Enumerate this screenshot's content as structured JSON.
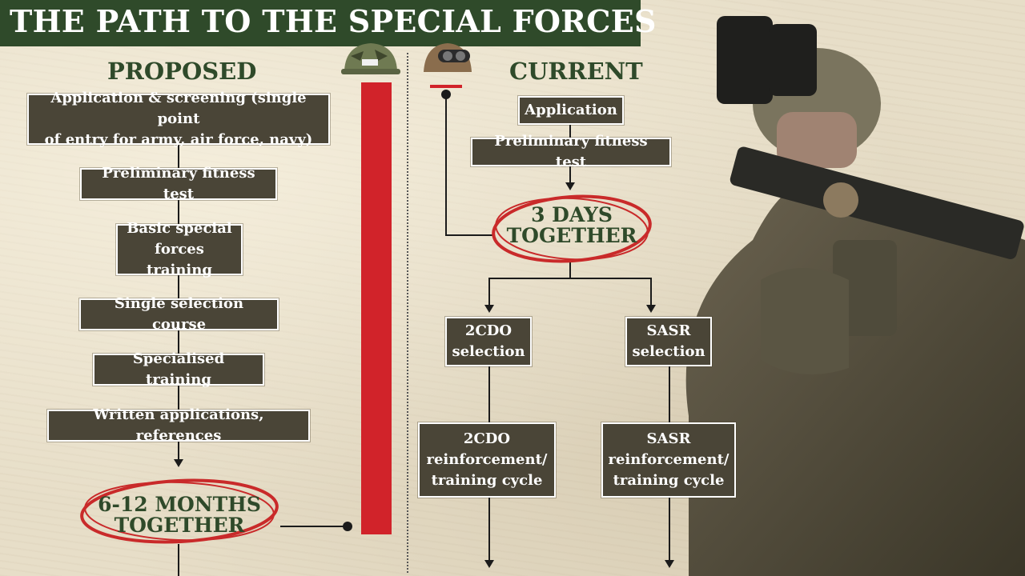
{
  "title": "THE PATH TO THE SPECIAL FORCES",
  "proposed": {
    "heading": "PROPOSED",
    "steps": [
      "Application & screening (single point\nof entry for army, air force, navy)",
      "Preliminary fitness test",
      "Basic special\nforces training",
      "Single selection course",
      "Specialised training",
      "Written applications, references"
    ],
    "together": "6-12 MONTHS\nTOGETHER"
  },
  "current": {
    "heading": "CURRENT",
    "steps": [
      "Application",
      "Preliminary fitness test"
    ],
    "together": "3 DAYS\nTOGETHER",
    "branches": {
      "left": {
        "selection": "2CDO\nselection",
        "cycle": "2CDO\nreinforcement/\ntraining cycle"
      },
      "right": {
        "selection": "SASR\nselection",
        "cycle": "SASR\nreinforcement/\ntraining cycle"
      }
    }
  },
  "colors": {
    "banner": "#2f4a2a",
    "box": "#4a4537",
    "accent_red": "#d1232a",
    "heading_green": "#2f4a2a"
  },
  "icons": [
    "army-helmet-icon",
    "goggles-helmet-icon",
    "soldier-photo"
  ]
}
